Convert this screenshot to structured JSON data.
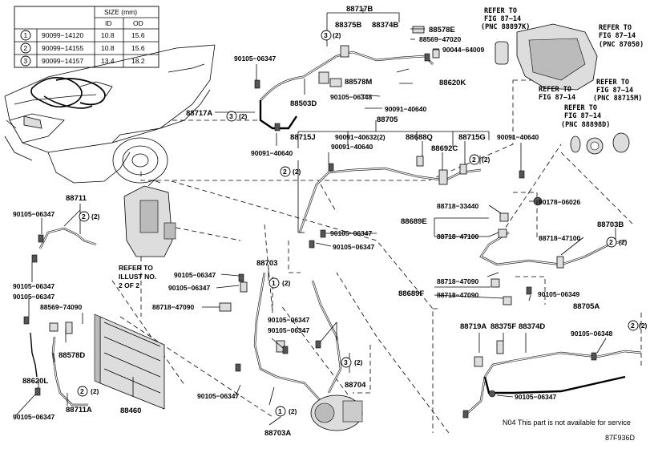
{
  "size_table": {
    "header_size": "SIZE (mm)",
    "col_id": "ID",
    "col_od": "OD",
    "rows": [
      {
        "ref": "1",
        "part": "90099−14120",
        "id": "10.8",
        "od": "15.6"
      },
      {
        "ref": "2",
        "part": "90099−14155",
        "id": "10.8",
        "od": "15.6"
      },
      {
        "ref": "3",
        "part": "90099−14157",
        "id": "13.4",
        "od": "18.2"
      }
    ]
  },
  "labels": {
    "p88717B": "88717B",
    "p88375B": "88375B",
    "p88374B": "88374B",
    "p88578E": "88578E",
    "p88569_47020": "88569−47020",
    "p90044_64009": "90044−64009",
    "p88578M": "88578M",
    "p88620K": "88620K",
    "p90105_06347_a": "90105−06347",
    "p88503D": "88503D",
    "p90105_06348_a": "90105−06348",
    "p90091_40640_a": "90091−40640",
    "p88717A": "88717A",
    "p88705": "88705",
    "p90091_40640_b": "90091−40640",
    "p88715J": "88715J",
    "p90091_40632": "90091−40632(2)",
    "p88688Q": "88688Q",
    "p88715G": "88715G",
    "p90091_40640_c": "90091−40640",
    "p90091_40640_d": "90091−40640",
    "p88692C": "88692C",
    "p88711": "88711",
    "p90105_06347_b": "90105−06347",
    "p90105_06347_c": "90105−06347",
    "p90105_06347_d": "90105−06347",
    "p90105_06347_e": "90105−06347",
    "p88718_33440": "88718−33440",
    "p90178_06026": "90178−06026",
    "p88689E": "88689E",
    "p88718_47100_a": "88718−47100",
    "p88703B": "88703B",
    "p88718_47100_b": "88718−47100",
    "p90105_06347_f": "90105−06347",
    "p90105_06347_g": "90105−06347",
    "p88703": "88703",
    "p90105_06347_h": "90105−06347",
    "p88718_47090_a": "88718−47090",
    "p88718_47090_b": "88718−47090",
    "p88718_47090_c": "88718−47090",
    "p88689F": "88689F",
    "p90105_06349": "90105−06349",
    "p90105_06347_i": "90105−06347",
    "p88569_74090": "88569−74090",
    "p88578D": "88578D",
    "p88705A": "88705A",
    "p88719A": "88719A",
    "p88375F": "88375F",
    "p88374D": "88374D",
    "p90105_06348_b": "90105−06348",
    "p90105_06347_j": "90105−06347",
    "p88620L": "88620L",
    "p88711A": "88711A",
    "p88460": "88460",
    "p90105_06347_k": "90105−06347",
    "p90105_06347_l": "90105−06347",
    "p88704": "88704",
    "p88703A": "88703A",
    "p90105_06347_m": "90105−06347"
  },
  "callouts": {
    "c3_top": "(2)",
    "c3_left": "(2)",
    "c2_88715J": "(2)",
    "c2_88715G": "(2)",
    "c2_88711": "(2)",
    "c1_88703": "(2)",
    "c2_88703B": "(2)",
    "c2_88704": "(2)",
    "c2_88711A": "(2)",
    "c1_88703A": "(2)",
    "c2_88705A": "(2)",
    "n3a": "3",
    "n3b": "3",
    "n2a": "2",
    "n2b": "2",
    "n2c": "2",
    "n1a": "1",
    "n2d": "2",
    "n2e": "2",
    "n2f": "2",
    "n1b": "1",
    "n2g": "2",
    "n3c": "3"
  },
  "references": {
    "ref1": [
      "REFER TO",
      "FIG 87−14",
      "(PNC 88897K)"
    ],
    "ref2": [
      "REFER TO",
      "FIG 87−14",
      "(PNC 87050)"
    ],
    "ref3": [
      "REFER TO",
      "FIG 87−14"
    ],
    "ref4": [
      "REFER TO",
      "FIG 87−14",
      "(PNC 88715M)"
    ],
    "ref5": [
      "REFER TO",
      "FIG 87−14",
      "(PNC 88898D)"
    ],
    "illust": [
      "REFER TO",
      "ILLUST NO.",
      "2 OF 2"
    ]
  },
  "footer": {
    "note": "N04 This part is not available for service",
    "fig_code": "87F936D"
  },
  "icons": [
    "car-engine-illustration",
    "compressor-illustration",
    "condenser-illustration",
    "bolt-icon",
    "clamp-icon",
    "o-ring-icon"
  ]
}
